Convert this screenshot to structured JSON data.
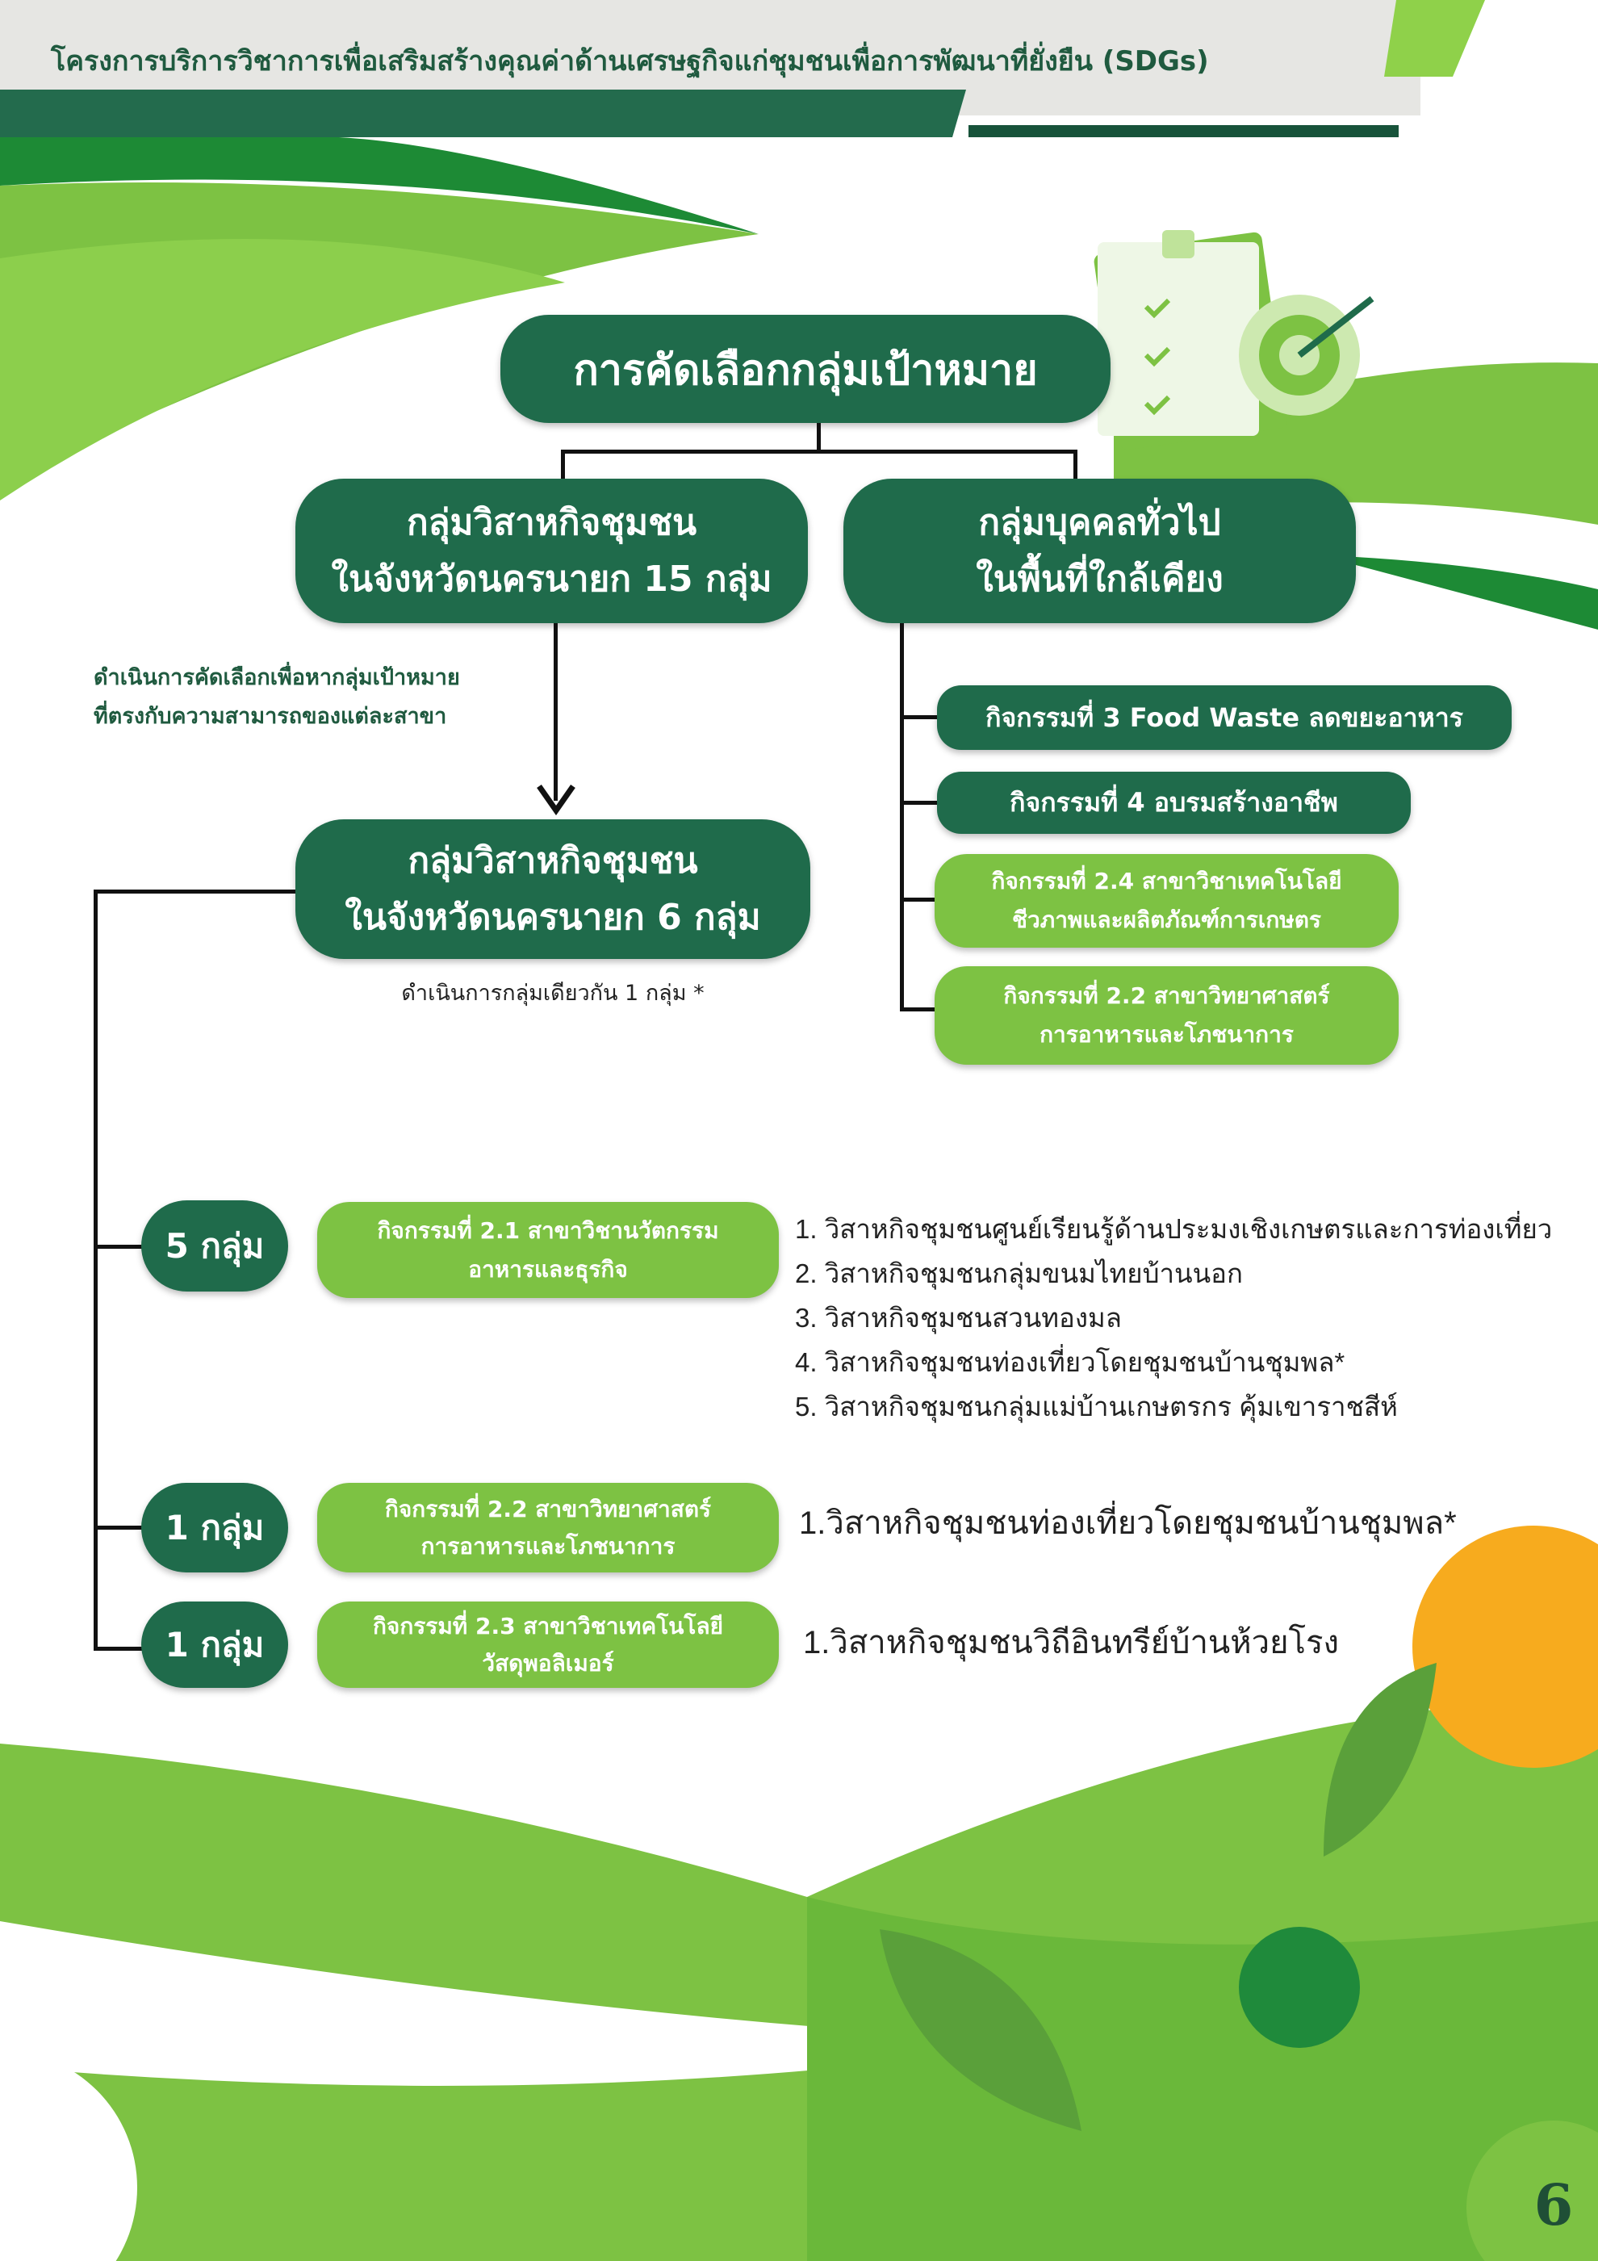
{
  "header": {
    "title": "โครงการบริการวิชาการเพื่อเสริมสร้างคุณค่าด้านเศรษฐกิจแก่ชุมชนเพื่อการพัฒนาที่ยั่งยืน (SDGs)"
  },
  "root": {
    "title": "การคัดเลือกกลุ่มเป้าหมาย"
  },
  "left_branch": {
    "line1": "กลุ่มวิสาหกิจชุมชน",
    "line2": "ในจังหวัดนครนายก 15 กลุ่ม",
    "note1": "ดำเนินการคัดเลือกเพื่อหากลุ่มเป้าหมาย",
    "note2": "ที่ตรงกับความสามารถของแต่ละสาขา",
    "selected_line1": "กลุ่มวิสาหกิจชุมชน",
    "selected_line2": "ในจังหวัดนครนายก 6 กลุ่ม",
    "selected_note": "ดำเนินการกลุ่มเดียวกัน 1 กลุ่ม *"
  },
  "right_branch": {
    "line1": "กลุ่มบุคคลทั่วไป",
    "line2": "ในพื้นที่ใกล้เคียง",
    "activities": [
      {
        "line1": "กิจกรรมที่ 3 Food Waste ลดขยะอาหาร"
      },
      {
        "line1": "กิจกรรมที่ 4 อบรมสร้างอาชีพ"
      },
      {
        "line1": "กิจกรรมที่ 2.4 สาขาวิชาเทคโนโลยี",
        "line2": "ชีวภาพและผลิตภัณฑ์การเกษตร"
      },
      {
        "line1": "กิจกรรมที่  2.2 สาขาวิทยาศาสตร์",
        "line2": "การอาหารและโภชนาการ"
      }
    ]
  },
  "groups": [
    {
      "count": "5 กลุ่ม",
      "activity1": "กิจกรรมที่ 2.1 สาขาวิชานวัตกรรม",
      "activity2": "อาหารและธุรกิจ",
      "items": [
        "1. วิสาหกิจชุมชนศูนย์เรียนรู้ด้านประมงเชิงเกษตรและการท่องเที่ยว",
        "2. วิสาหกิจชุมชนกลุ่มขนมไทยบ้านนอก",
        "3. วิสาหกิจชุมชนสวนทองมล",
        "4. วิสาหกิจชุมชนท่องเที่ยวโดยชุมชนบ้านชุมพล*",
        "5. วิสาหกิจชุมชนกลุ่มแม่บ้านเกษตรกร คุ้มเขาราชสีห์"
      ]
    },
    {
      "count": "1 กลุ่ม",
      "activity1": "กิจกรรมที่  2.2 สาขาวิทยาศาสตร์",
      "activity2": "การอาหารและโภชนาการ",
      "items": [
        "1.วิสาหกิจชุมชนท่องเที่ยวโดยชุมชนบ้านชุมพล*"
      ]
    },
    {
      "count": "1 กลุ่ม",
      "activity1": "กิจกรรมที่ 2.3 สาขาวิชาเทคโนโลยี",
      "activity2": "วัสดุพอลิเมอร์",
      "items": [
        "1.วิสาหกิจชุมชนวิถีอินทรีย์บ้านห้วยโรง"
      ]
    }
  ],
  "page_number": "6",
  "colors": {
    "dark_green": "#1f6b4b",
    "lime": "#7dc243",
    "orange": "#f7ab1e"
  }
}
